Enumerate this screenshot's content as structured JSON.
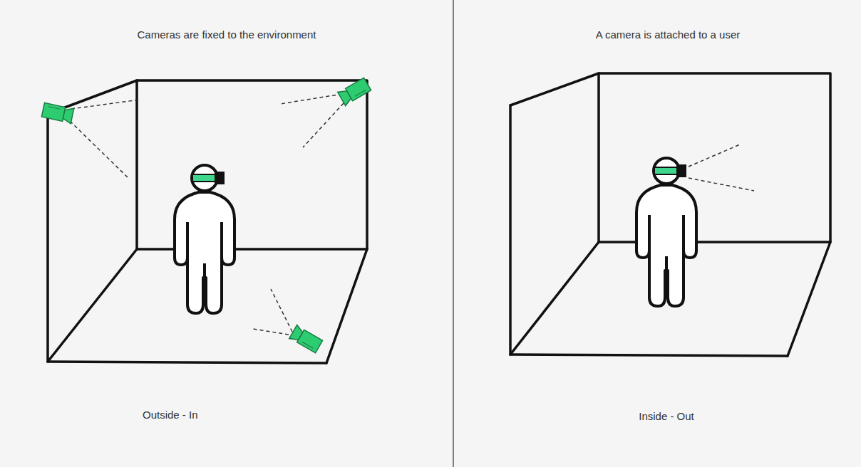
{
  "diagram": {
    "labels": [
      "Cameras are fixed to the environment",
      "Outside - In",
      "A camera is attached to a user",
      "Inside - Out"
    ]
  }
}
